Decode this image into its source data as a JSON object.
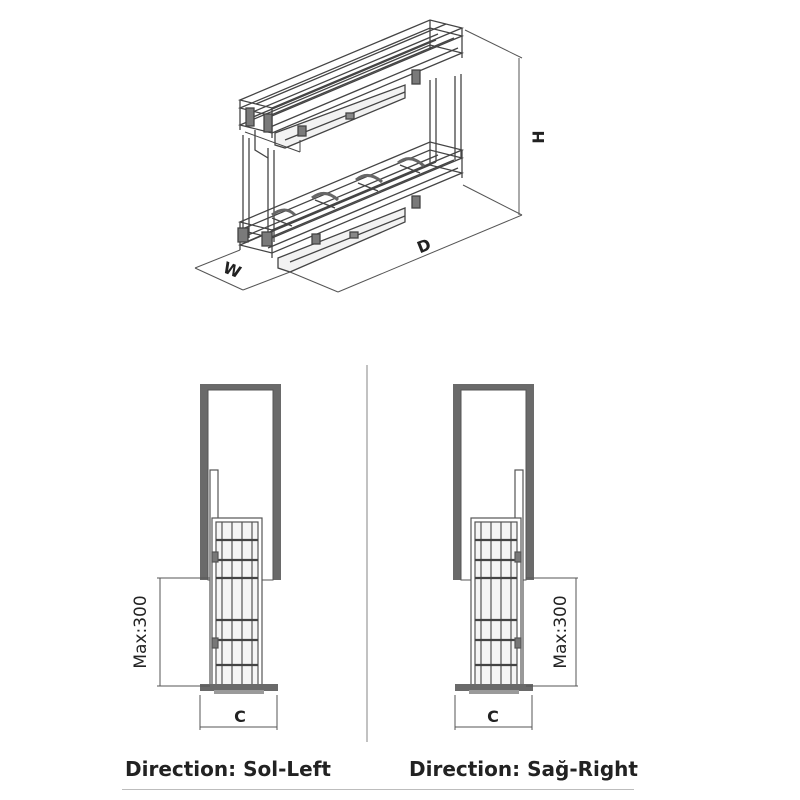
{
  "iso_view": {
    "dim_width": "W",
    "dim_depth": "D",
    "dim_height": "H"
  },
  "left_view": {
    "max_label": "Max:300",
    "clearance_label": "C",
    "caption": "Direction: Sol-Left"
  },
  "right_view": {
    "max_label": "Max:300",
    "clearance_label": "C",
    "caption": "Direction: Sağ-Right"
  },
  "colors": {
    "line": "#444444",
    "panel": "#6a6a6a",
    "fill": "#ececec",
    "divider": "#9a9a9a"
  }
}
